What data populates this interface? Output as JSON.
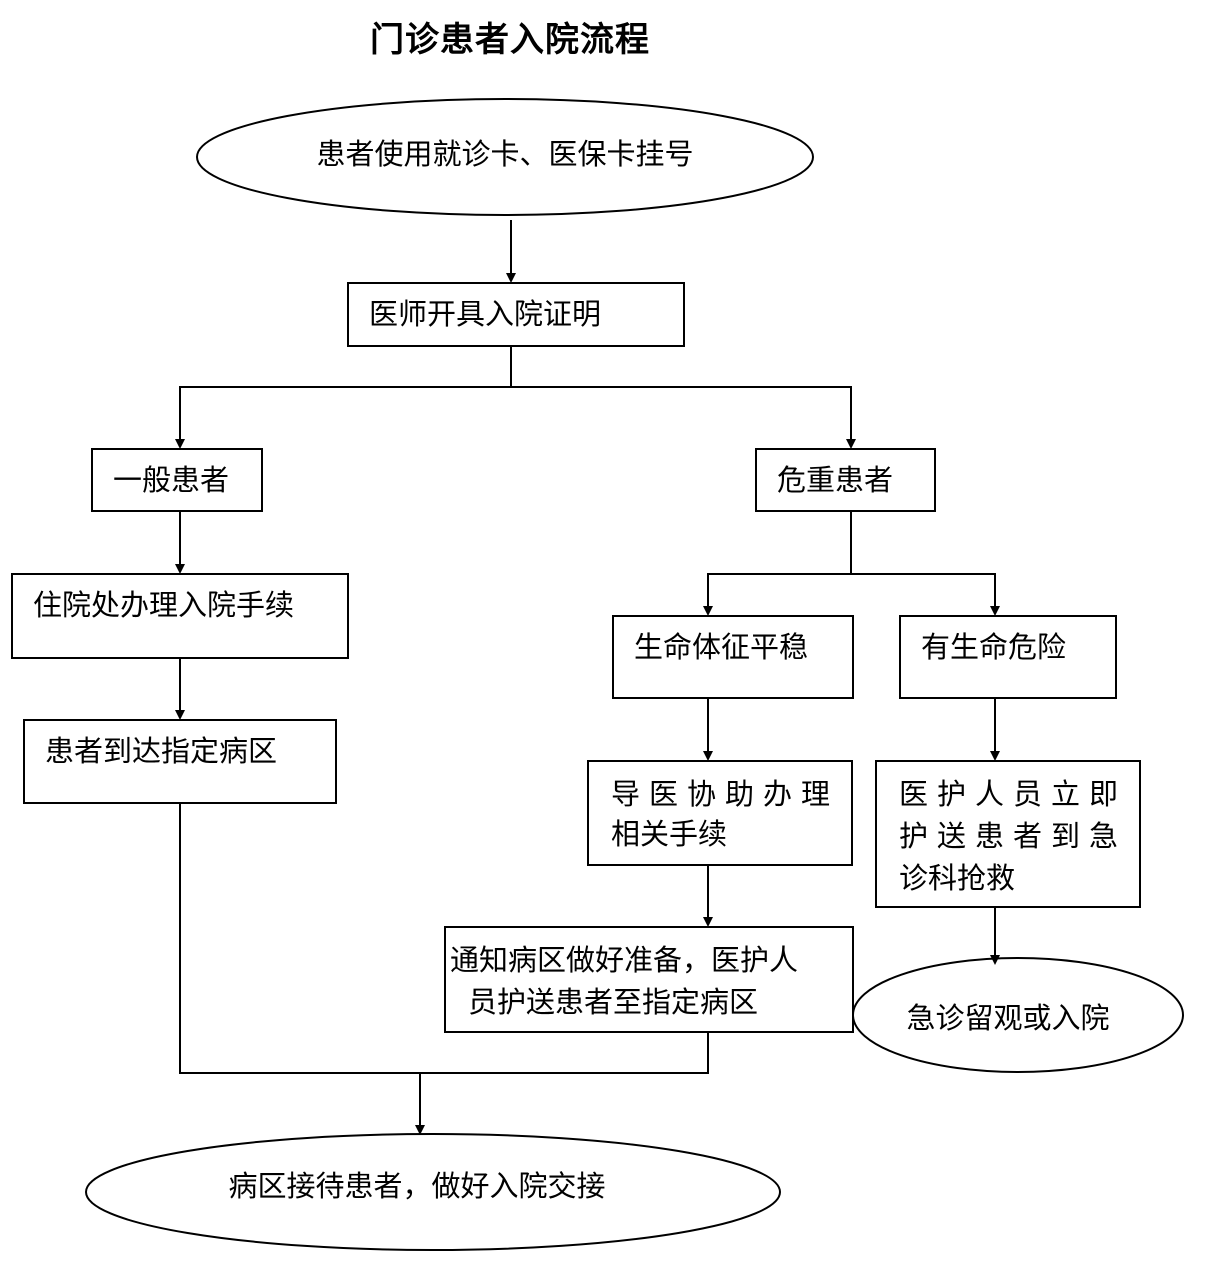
{
  "title": "门诊患者入院流程",
  "nodes": {
    "register": "患者使用就诊卡、医保卡挂号",
    "certificate": "医师开具入院证明",
    "general": "一般患者",
    "critical": "危重患者",
    "admission_procedures": "住院处办理入院手续",
    "arrive_ward": "患者到达指定病区",
    "stable": "生命体征平稳",
    "danger": "有生命危险",
    "guide_line1": "导医协助办理",
    "guide_line2": "相关手续",
    "rescue_line1": "医护人员立即",
    "rescue_line2": "护送患者到急",
    "rescue_line3": "诊科抢救",
    "notify_line1": "通知病区做好准备，医护人",
    "notify_line2": "员护送患者至指定病区",
    "observe": "急诊留观或入院",
    "ward_receive": "病区接待患者，做好入院交接"
  }
}
